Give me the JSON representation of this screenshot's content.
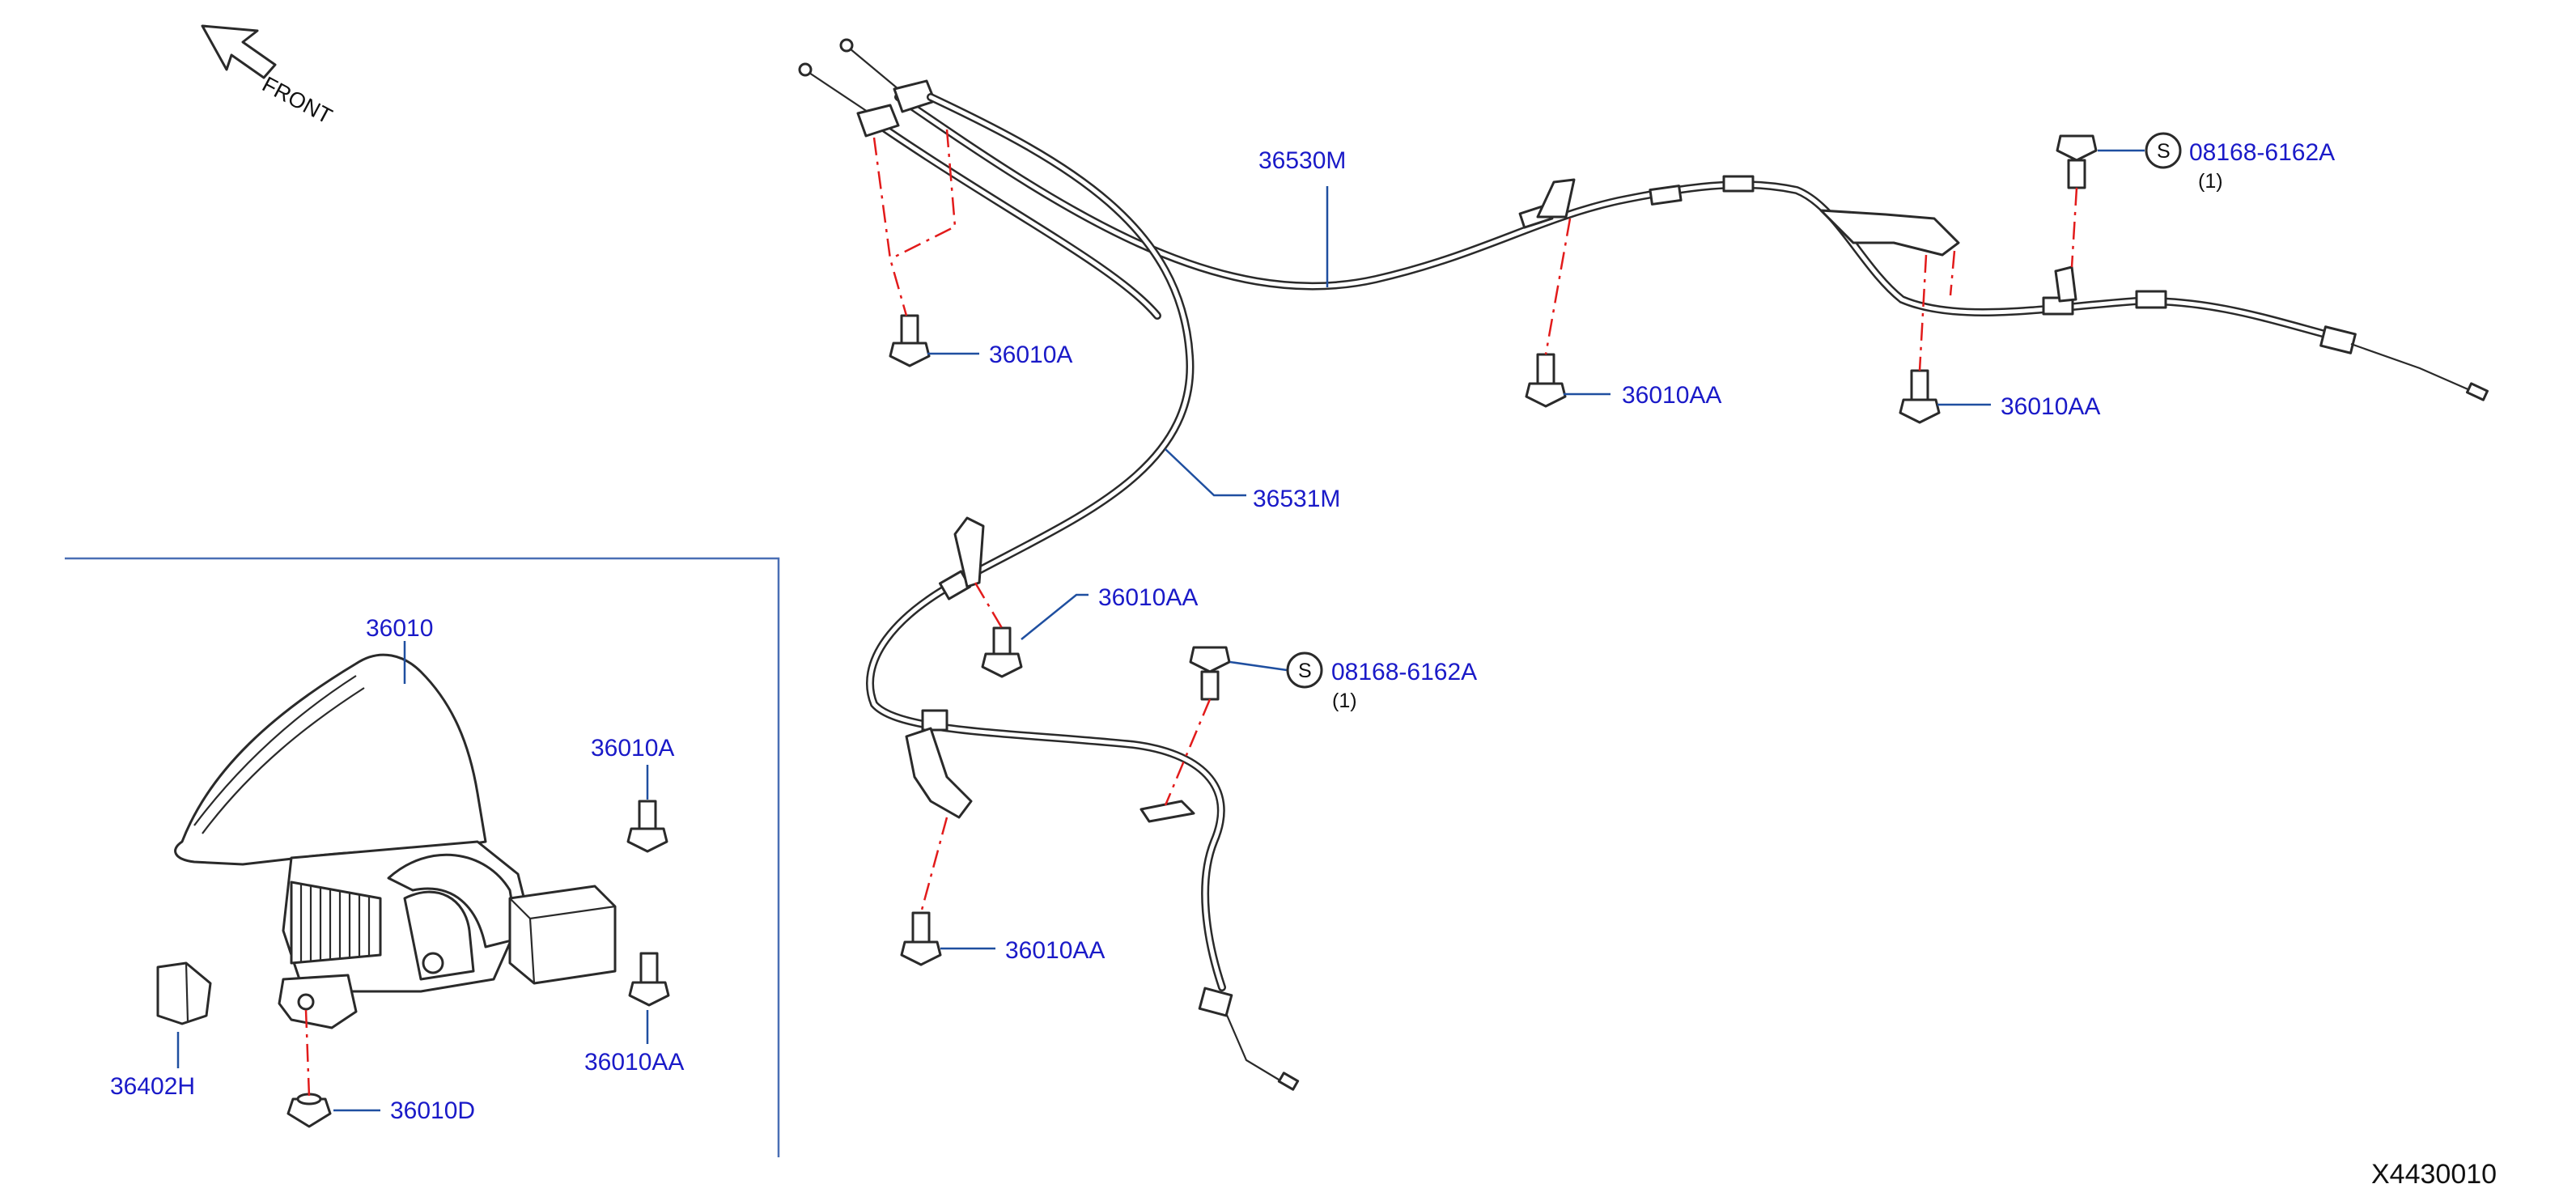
{
  "diagram": {
    "id": "X4430010",
    "front": "FRONT",
    "colors": {
      "label": "#1a1ac8",
      "leader": "#1f4fa0",
      "dash": "#e21b1b",
      "box": "#4a6fb5"
    },
    "callouts": {
      "c36530M": "36530M",
      "c36531M": "36531M",
      "c36010A_top": "36010A",
      "c36010AA_mid": "36010AA",
      "c36010AA_right": "36010AA",
      "c36010AA_center": "36010AA",
      "c36010AA_low": "36010AA",
      "c08168_top": "08168-6162A",
      "c08168_top_qty": "(1)",
      "c08168_mid": "08168-6162A",
      "c08168_mid_qty": "(1)",
      "s_top": "S",
      "s_mid": "S"
    },
    "inset": {
      "c36010": "36010",
      "c36010A": "36010A",
      "c36010AA": "36010AA",
      "c36402H": "36402H",
      "c36010D": "36010D"
    }
  }
}
